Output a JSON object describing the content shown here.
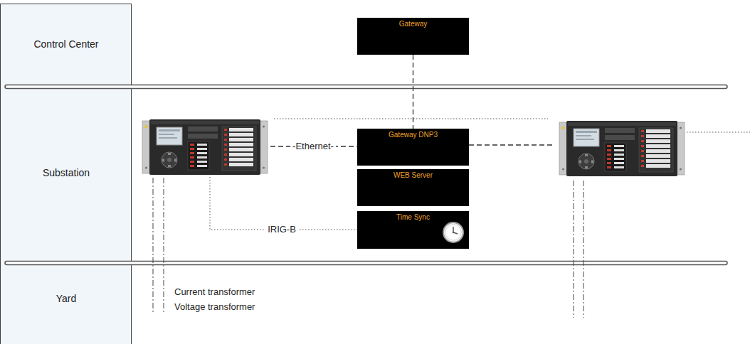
{
  "diagram": {
    "nodes": [
      {
        "text": [
          "Gateway"
        ]
      },
      {
        "text": [
          "Gateway DNP3"
        ]
      },
      {
        "text": [
          "WEB Server"
        ]
      },
      {
        "text": [
          "Time Sync"
        ]
      }
    ],
    "edges": [
      {
        "from": 0,
        "to": 1,
        "arrow": "none"
      }
    ],
    "labels": [
      "Control Center",
      "Substation",
      "Yard",
      "-Ethernet-",
      "IRIG-B",
      "Current transformer",
      "Voltage transformer"
    ]
  }
}
